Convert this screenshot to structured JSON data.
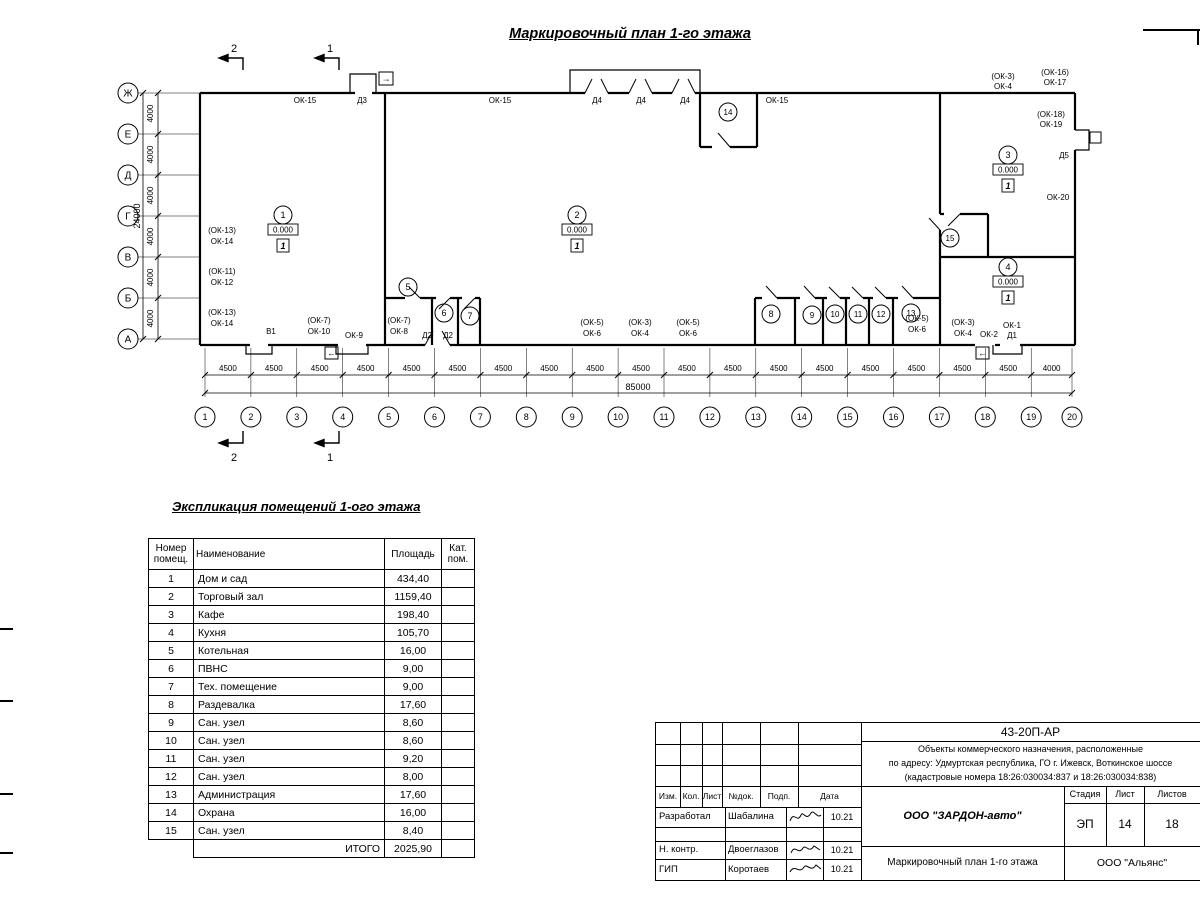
{
  "sheet": {
    "title": "Маркировочный план 1-го этажа"
  },
  "plan": {
    "sections": {
      "s1": "1",
      "s2": "2"
    },
    "axes_left": [
      "Ж",
      "Е",
      "Д",
      "Г",
      "В",
      "Б",
      "А"
    ],
    "dims_left": [
      "4000",
      "4000",
      "4000",
      "4000",
      "4000",
      "4000"
    ],
    "total_left": "24000",
    "columns": [
      "1",
      "2",
      "3",
      "4",
      "5",
      "6",
      "7",
      "8",
      "9",
      "10",
      "11",
      "12",
      "13",
      "14",
      "15",
      "16",
      "17",
      "18",
      "19",
      "20"
    ],
    "dims_bottom": [
      "4500",
      "4500",
      "4500",
      "4500",
      "4500",
      "4500",
      "4500",
      "4500",
      "4500",
      "4500",
      "4500",
      "4500",
      "4500",
      "4500",
      "4500",
      "4500",
      "4500",
      "4500",
      "4000"
    ],
    "total_bottom": "85000",
    "rooms": [
      "1",
      "2",
      "3",
      "4",
      "5",
      "6",
      "7",
      "8",
      "9",
      "10",
      "11",
      "12",
      "13",
      "14",
      "15"
    ],
    "elevation": "0.000",
    "floor_mark": "1",
    "labels": {
      "ok15": "ОК-15",
      "d3": "Д3",
      "d4": "Д4",
      "d5": "Д5",
      "ok3p": "(ОК-3)",
      "ok4": "ОК-4",
      "ok16p": "(ОК-16)",
      "ok17": "ОК-17",
      "ok18p": "(ОК-18)",
      "ok19": "ОК-19",
      "ok20": "ОК-20",
      "ok13p": "(ОК-13)",
      "ok14": "ОК-14",
      "ok11p": "(ОК-11)",
      "ok12": "ОК-12",
      "v1": "В1",
      "ok7p": "(ОК-7)",
      "ok10": "ОК-10",
      "ok9": "ОК-9",
      "ok8": "ОК-8",
      "d2": "Д2",
      "ok5p": "(ОК-5)",
      "ok6": "ОК-6",
      "ok1": "ОК-1",
      "d1": "Д1",
      "ok2": "ОК-2",
      "arrow_left": "←",
      "arrow_right": "→"
    }
  },
  "explication": {
    "title": "Экспликация помещений 1-ого этажа",
    "headers": {
      "num": "Номер\nпомещ.",
      "name": "Наименование",
      "area": "Площадь",
      "cat": "Кат.\nпом."
    },
    "rows": [
      {
        "num": "1",
        "name": "Дом и сад",
        "area": "434,40",
        "cat": ""
      },
      {
        "num": "2",
        "name": "Торговый зал",
        "area": "1159,40",
        "cat": ""
      },
      {
        "num": "3",
        "name": "Кафе",
        "area": "198,40",
        "cat": ""
      },
      {
        "num": "4",
        "name": "Кухня",
        "area": "105,70",
        "cat": ""
      },
      {
        "num": "5",
        "name": "Котельная",
        "area": "16,00",
        "cat": ""
      },
      {
        "num": "6",
        "name": "ПВНС",
        "area": "9,00",
        "cat": ""
      },
      {
        "num": "7",
        "name": "Тех. помещение",
        "area": "9,00",
        "cat": ""
      },
      {
        "num": "8",
        "name": "Раздевалка",
        "area": "17,60",
        "cat": ""
      },
      {
        "num": "9",
        "name": "Сан. узел",
        "area": "8,60",
        "cat": ""
      },
      {
        "num": "10",
        "name": "Сан. узел",
        "area": "8,60",
        "cat": ""
      },
      {
        "num": "11",
        "name": "Сан. узел",
        "area": "9,20",
        "cat": ""
      },
      {
        "num": "12",
        "name": "Сан. узел",
        "area": "8,00",
        "cat": ""
      },
      {
        "num": "13",
        "name": "Администрация",
        "area": "17,60",
        "cat": ""
      },
      {
        "num": "14",
        "name": "Охрана",
        "area": "16,00",
        "cat": ""
      },
      {
        "num": "15",
        "name": "Сан. узел",
        "area": "8,40",
        "cat": ""
      }
    ],
    "total_label": "ИТОГО",
    "total_value": "2025,90"
  },
  "titleblock": {
    "doc_number": "43-20П-АР",
    "desc1": "Объекты коммерческого назначения, расположенные",
    "desc2": "по адресу: Удмуртская республика, ГО г. Ижевск, Воткинское шоссе",
    "desc3": "(кадастровые номера 18:26:030034:837 и 18:26:030034:838)",
    "cols": {
      "izm": "Изм.",
      "kol": "Кол.",
      "list": "Лист",
      "doc": "№док.",
      "sign": "Подп.",
      "date": "Дата"
    },
    "staff": [
      {
        "role": "Разработал",
        "name": "Шабалина",
        "date": "10.21"
      },
      {
        "role": "Н. контр.",
        "name": "Двоеглазов",
        "date": "10.21"
      },
      {
        "role": "ГИП",
        "name": "Коротаев",
        "date": "10.21"
      }
    ],
    "company": "ООО \"ЗАРДОН-авто\"",
    "stage_label": "Стадия",
    "sheet_label": "Лист",
    "sheets_label": "Листов",
    "stage": "ЭП",
    "sheet_num": "14",
    "sheets_total": "18",
    "drawing_title": "Маркировочный план 1-го этажа",
    "org": "ООО \"Альянс\""
  }
}
